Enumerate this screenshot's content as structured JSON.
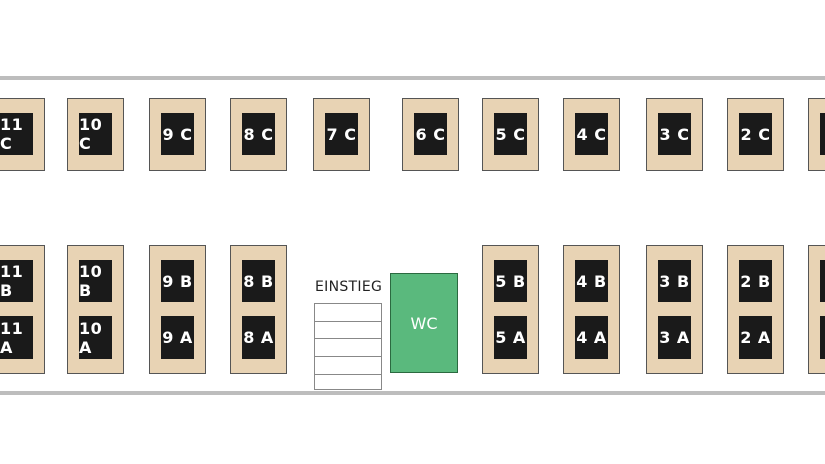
{
  "colors": {
    "seat_frame": "#e8d3b4",
    "seat_pad": "#1a1a1a",
    "wc": "#5ab97d",
    "wall": "#bdbdbd"
  },
  "seats_top": [
    "11 C",
    "10 C",
    "9 C",
    "8 C",
    "7 C",
    "6 C",
    "5 C",
    "4 C",
    "3 C",
    "2 C",
    ""
  ],
  "seats_bottom": [
    {
      "upper": "11 B",
      "lower": "11 A"
    },
    {
      "upper": "10 B",
      "lower": "10 A"
    },
    {
      "upper": "9 B",
      "lower": "9 A"
    },
    {
      "upper": "8 B",
      "lower": "8 A"
    },
    {
      "upper": "5 B",
      "lower": "5 A"
    },
    {
      "upper": "4 B",
      "lower": "4 A"
    },
    {
      "upper": "3 B",
      "lower": "3 A"
    },
    {
      "upper": "2 B",
      "lower": "2 A"
    },
    {
      "upper": "",
      "lower": ""
    }
  ],
  "entrance": {
    "label": "EINSTIEG"
  },
  "wc": {
    "label": "WC"
  }
}
